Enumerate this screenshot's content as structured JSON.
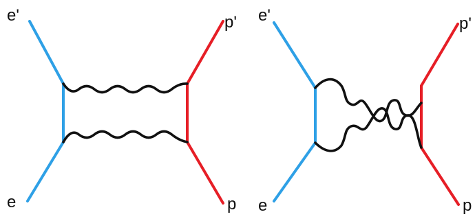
{
  "diagrams": [
    {
      "labels": {
        "e_out": "e'",
        "p_out": "p'",
        "e_in": "e",
        "p_in": "p"
      },
      "photon_count": 2,
      "photons_crossed": false
    },
    {
      "labels": {
        "e_out": "e'",
        "p_out": "p'",
        "e_in": "e",
        "p_in": "p"
      },
      "photon_count": 2,
      "photons_crossed": true
    }
  ],
  "colors": {
    "electron_line": "#2ea0e6",
    "proton_line": "#e61e26",
    "photon_line": "#111111"
  }
}
